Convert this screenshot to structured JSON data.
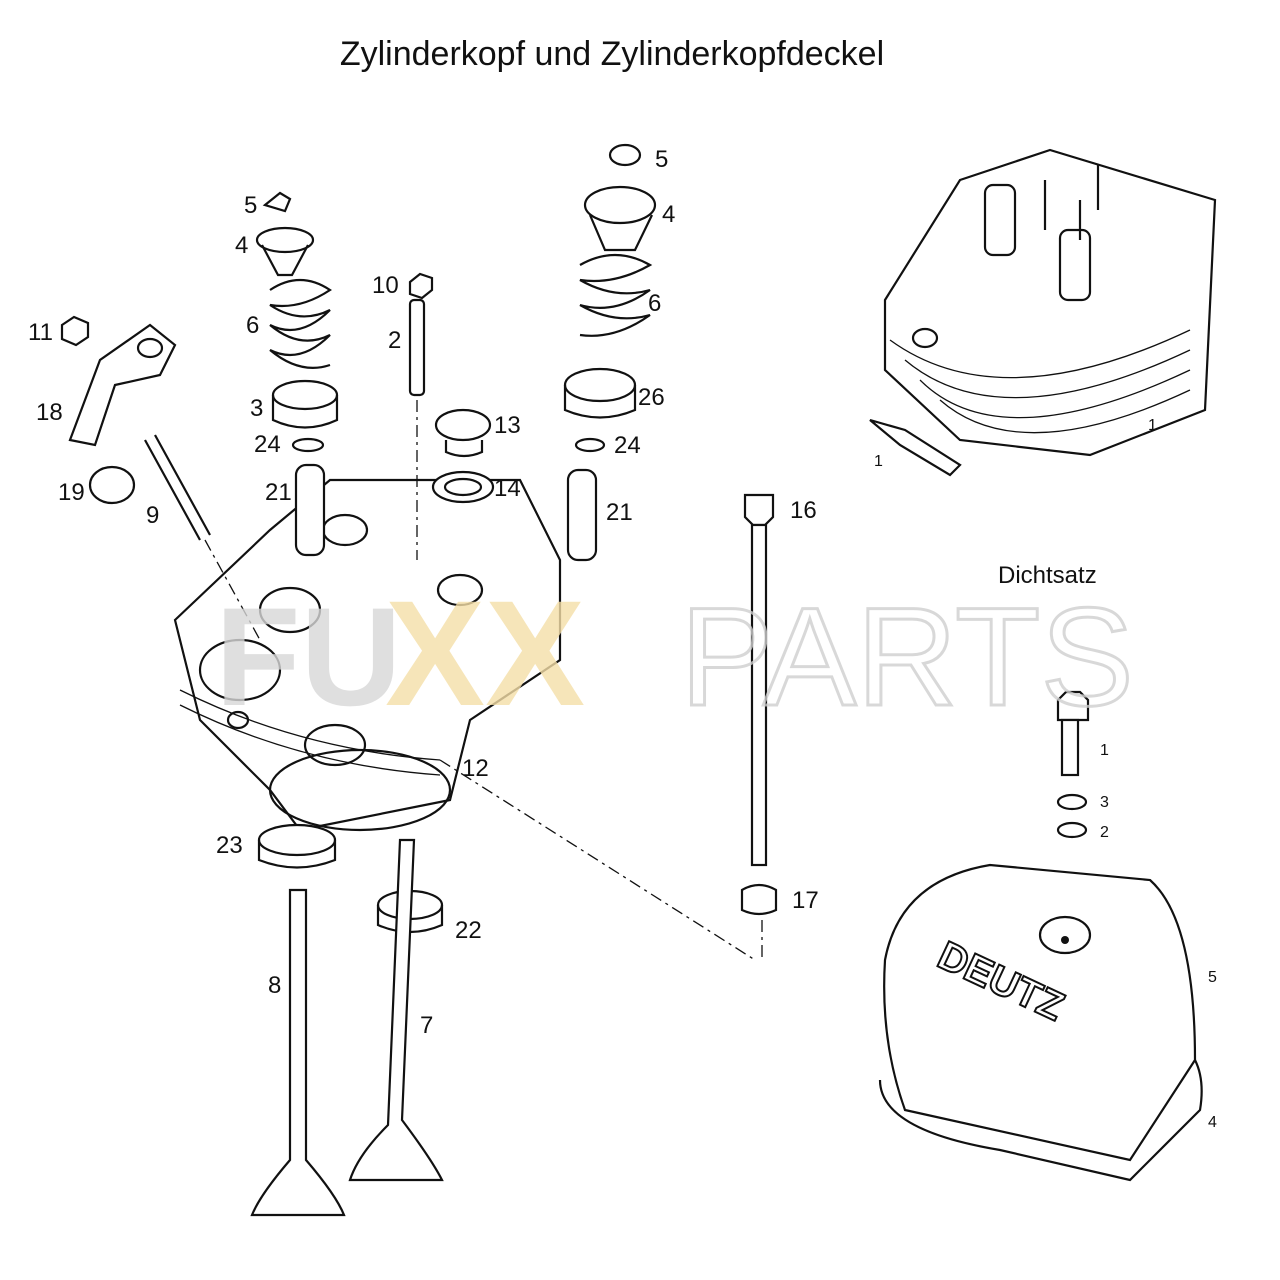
{
  "title": "Zylinderkopf und Zylinderkopfdeckel",
  "dichtsatz_label": "Dichtsatz",
  "watermark": "FUXXPARTS",
  "cover_brand": "DEUTZ",
  "colors": {
    "watermark_gray": "#d8d8d8",
    "watermark_accent": "#f5dfa8",
    "line": "#111111"
  },
  "callouts": [
    "5",
    "4",
    "6",
    "3",
    "24",
    "21",
    "11",
    "18",
    "19",
    "9",
    "10",
    "2",
    "13",
    "14",
    "5",
    "4",
    "6",
    "26",
    "24",
    "21",
    "16",
    "12",
    "23",
    "17",
    "22",
    "8",
    "7",
    "1",
    "1",
    "1",
    "3",
    "2",
    "5",
    "4"
  ]
}
